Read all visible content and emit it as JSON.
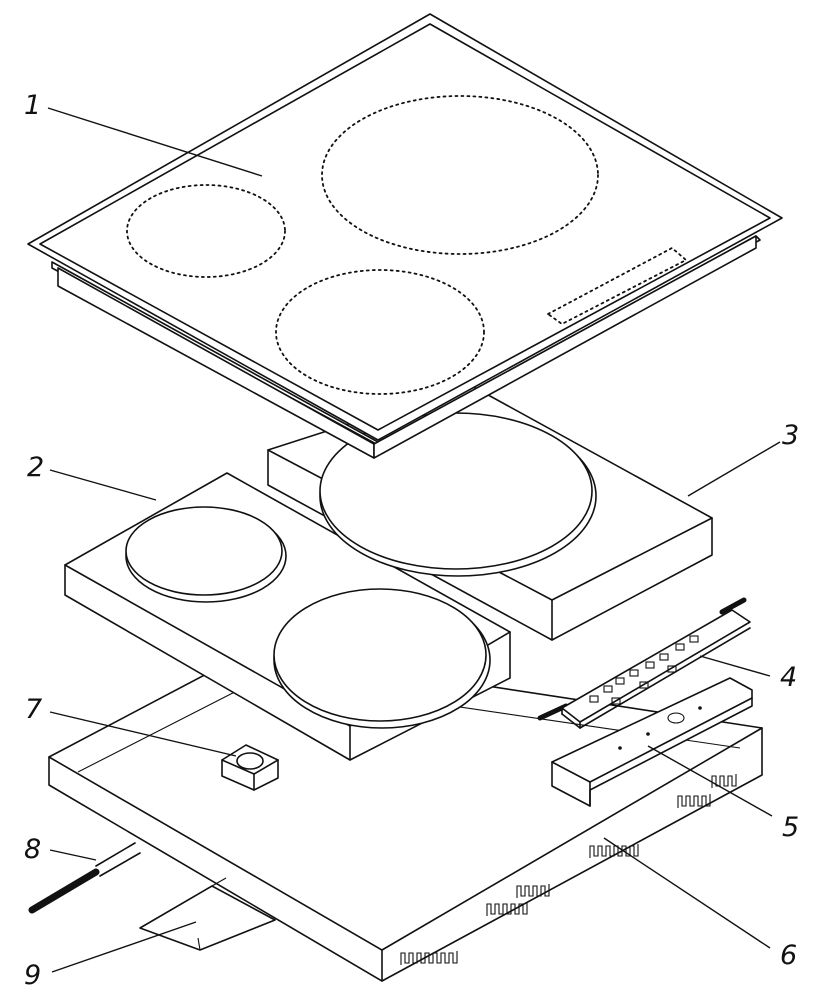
{
  "callouts": [
    {
      "id": "1",
      "label": "1"
    },
    {
      "id": "2",
      "label": "2"
    },
    {
      "id": "3",
      "label": "3"
    },
    {
      "id": "4",
      "label": "4"
    },
    {
      "id": "5",
      "label": "5"
    },
    {
      "id": "6",
      "label": "6"
    },
    {
      "id": "7",
      "label": "7"
    },
    {
      "id": "8",
      "label": "8"
    },
    {
      "id": "9",
      "label": "9"
    }
  ],
  "parts": {
    "glass_top": "1",
    "double_hob_module": "2",
    "large_hob_module": "3",
    "control_board": "4",
    "board_bracket": "5",
    "base_tray": "6",
    "sensor_block": "7",
    "power_cable": "8",
    "clamp_plate": "9"
  }
}
